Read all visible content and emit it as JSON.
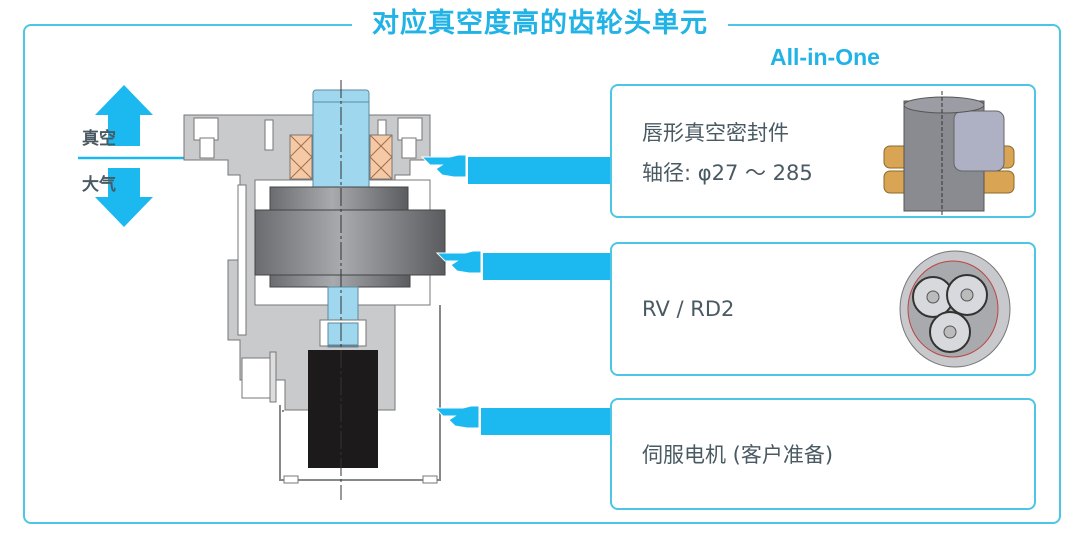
{
  "title": "对应真空度高的齿轮头单元",
  "subtitle": "All-in-One",
  "side_labels": {
    "vacuum": "真空",
    "atmosphere": "大气"
  },
  "cards": [
    {
      "lines": [
        "唇形真空密封件",
        "轴径: φ27 ～ 285"
      ],
      "image": "lip-vacuum-seal"
    },
    {
      "lines": [
        "RV / RD2"
      ],
      "image": "rv-gear-reducer"
    },
    {
      "lines": [
        "伺服电机 (客户准备)"
      ],
      "image": null
    }
  ],
  "colors": {
    "accent": "#1bb9ef",
    "frame": "#4cc6e4",
    "text": "#4a5a63",
    "shaft": "#9fd8ee",
    "bearing": "#f5c9a6"
  }
}
